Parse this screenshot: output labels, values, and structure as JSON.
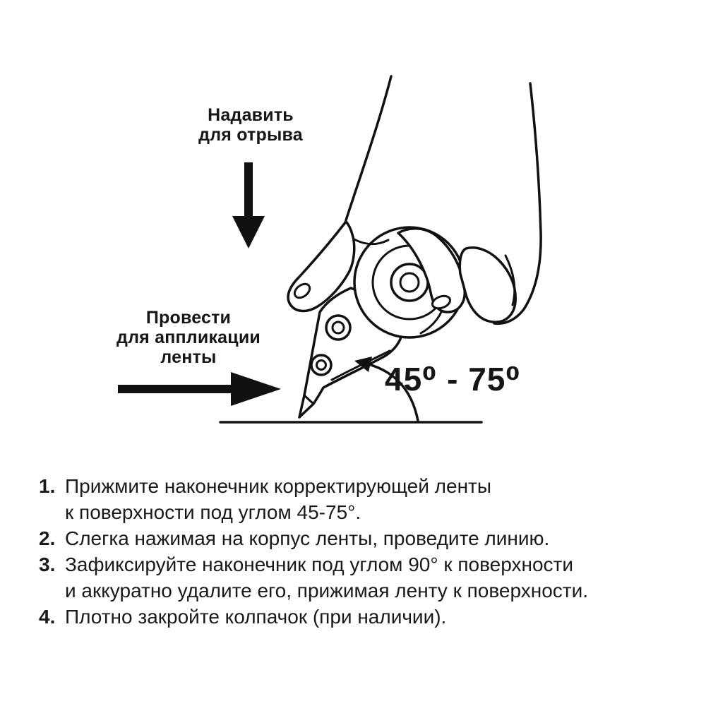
{
  "illustration": {
    "press_label": {
      "lines": [
        "Надавить",
        "для отрыва"
      ]
    },
    "swipe_label": {
      "lines": [
        "Провести",
        "для аппликации",
        "ленты"
      ]
    },
    "angle_label": "45⁰ - 75⁰",
    "icons": {
      "down_arrow": "thick-down-arrow",
      "right_arrow": "thick-right-arrow",
      "angle_arc": "angle-arc-arrow",
      "drawing": "hand-holding-correction-tape"
    }
  },
  "instructions": [
    {
      "number": "1.",
      "lines": [
        "Прижмите наконечник корректирующей ленты",
        "к поверхности под углом 45-75°."
      ]
    },
    {
      "number": "2.",
      "lines": [
        "Слегка нажимая на корпус ленты, проведите линию."
      ]
    },
    {
      "number": "3.",
      "lines": [
        "Зафиксируйте наконечник под углом 90° к поверхности",
        "и аккуратно удалите его, прижимая ленту к поверхности."
      ]
    },
    {
      "number": "4.",
      "lines": [
        "Плотно закройте колпачок (при наличии)."
      ]
    }
  ],
  "colors": {
    "ink": "#111111",
    "background": "#ffffff"
  }
}
